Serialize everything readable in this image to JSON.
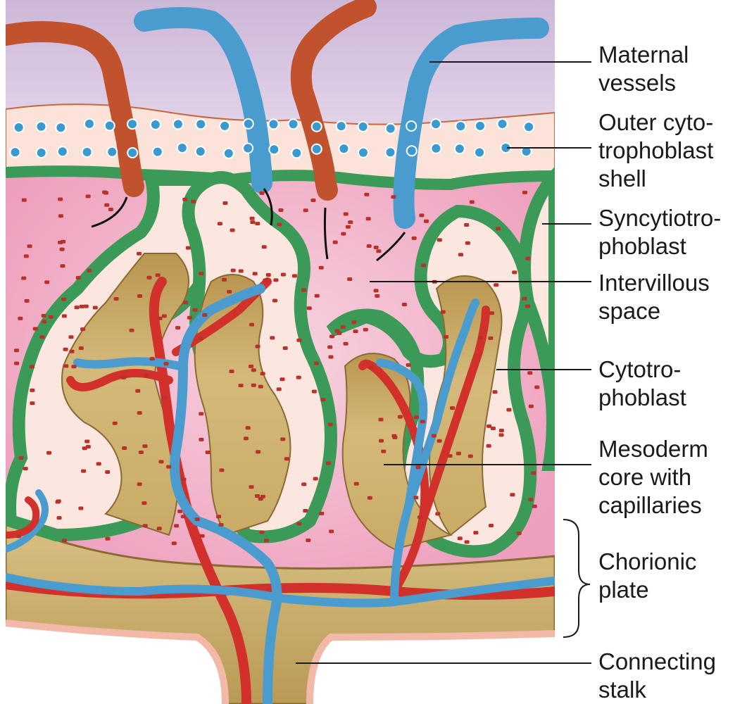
{
  "labels": {
    "maternal_vessels": [
      "Maternal",
      "vessels"
    ],
    "outer_cytotrophoblast_shell": [
      "Outer cyto-",
      "trophoblast",
      "shell"
    ],
    "syncytiotrophoblast": [
      "Syncytiotro-",
      "phoblast"
    ],
    "intervillous_space": [
      "Intervillous",
      "space"
    ],
    "cytotrophoblast": [
      "Cytotro-",
      "phoblast"
    ],
    "mesoderm_core": [
      "Mesoderm",
      "core with",
      "capillaries"
    ],
    "chorionic_plate": [
      "Chorionic",
      "plate"
    ],
    "connecting_stalk": [
      "Connecting",
      "stalk"
    ]
  },
  "colors": {
    "maternal_blood_pool": "#d9c8e0",
    "intervillous_space": "#f0c4d4",
    "maternal_rbc": "#b8322a",
    "syncytiotrophoblast": "#3c9a58",
    "cytotrophoblast_cells": "#fbe6e0",
    "cytotrophoblast_nuclei": "#3a9ad0",
    "mesoderm": "#c9ac6a",
    "artery": "#d2302a",
    "vein": "#4a9ccf"
  }
}
